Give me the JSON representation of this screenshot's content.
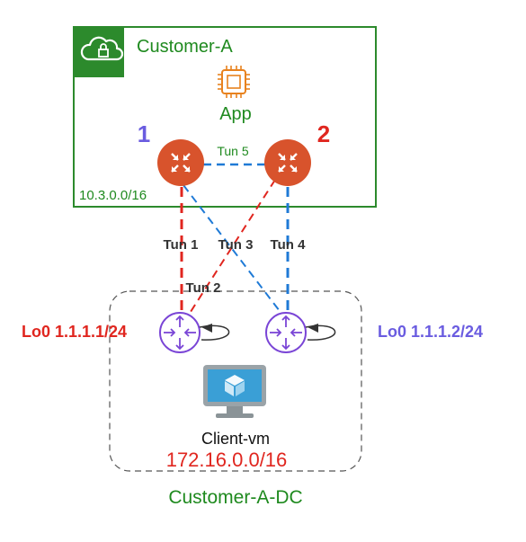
{
  "vpc": {
    "name": "Customer-A",
    "cidr": "10.3.0.0/16",
    "app_label": "App",
    "icon": "cloud-lock-icon"
  },
  "routers": {
    "r1_number": "1",
    "r2_number": "2"
  },
  "tunnels": {
    "tun1": "Tun 1",
    "tun2": "Tun 2",
    "tun3": "Tun 3",
    "tun4": "Tun 4",
    "tun5": "Tun 5"
  },
  "dc": {
    "name": "Customer-A-DC",
    "cidr": "172.16.0.0/16",
    "lo0_left": "Lo0 1.1.1.1/24",
    "lo0_right": "Lo0 1.1.1.2/24",
    "client_label": "Client-vm"
  },
  "colors": {
    "green": "#1f8a1f",
    "red": "#e0261f",
    "blue": "#1f7ad6",
    "purple": "#6a5ce0",
    "orange_router": "#d8532c",
    "dc_router": "#7a45d6"
  }
}
